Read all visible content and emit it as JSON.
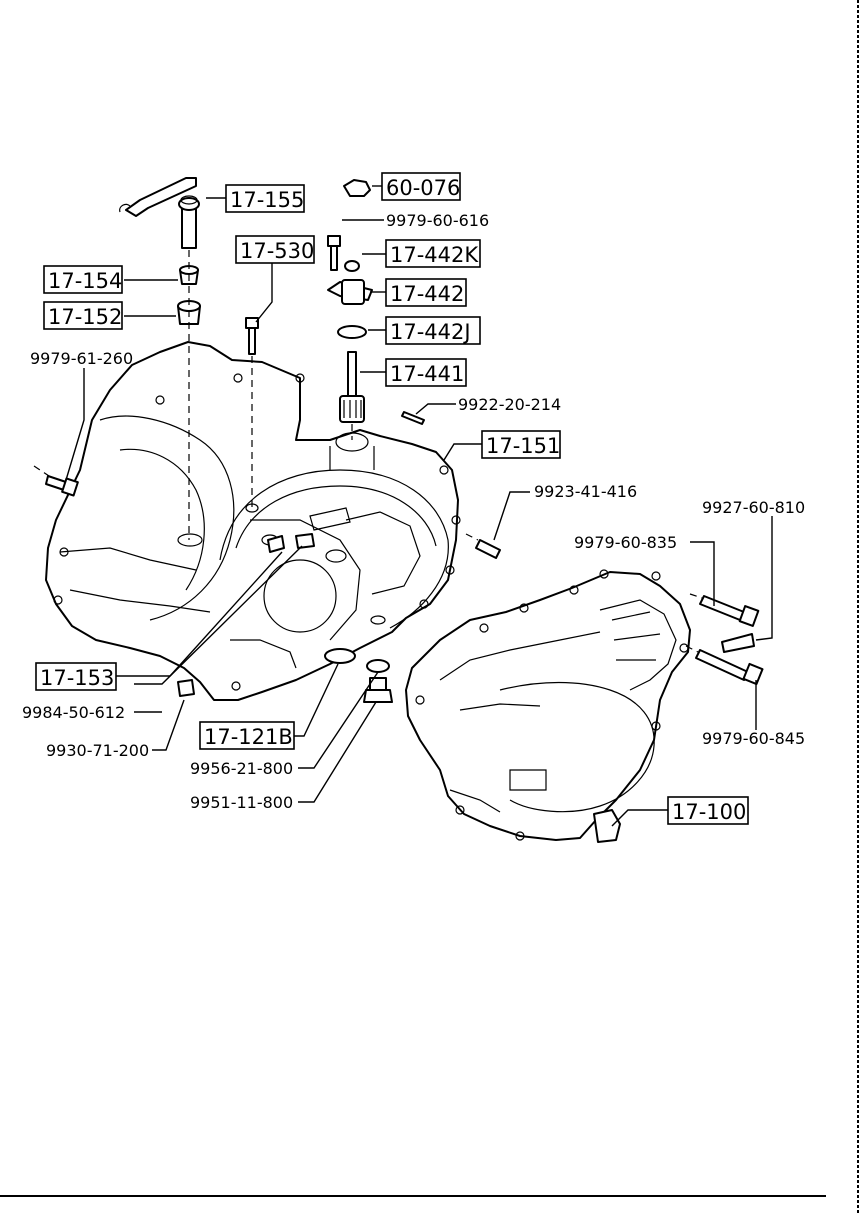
{
  "boxed_labels": [
    {
      "id": "b60076",
      "text": "60-076"
    },
    {
      "id": "b17155",
      "text": "17-155"
    },
    {
      "id": "b17530",
      "text": "17-530"
    },
    {
      "id": "b17442K",
      "text": "17-442K"
    },
    {
      "id": "b17154",
      "text": "17-154"
    },
    {
      "id": "b17442",
      "text": "17-442"
    },
    {
      "id": "b17152",
      "text": "17-152"
    },
    {
      "id": "b17442J",
      "text": "17-442J"
    },
    {
      "id": "b17441",
      "text": "17-441"
    },
    {
      "id": "b17151",
      "text": "17-151"
    },
    {
      "id": "b17153",
      "text": "17-153"
    },
    {
      "id": "b17121B",
      "text": "17-121B"
    },
    {
      "id": "b17100",
      "text": "17-100"
    }
  ],
  "plain_labels": [
    {
      "id": "p9979-60-616",
      "text": "9979-60-616"
    },
    {
      "id": "p9979-61-260",
      "text": "9979-61-260"
    },
    {
      "id": "p9922-20-214",
      "text": "9922-20-214"
    },
    {
      "id": "p9923-41-416",
      "text": "9923-41-416"
    },
    {
      "id": "p9927-60-810",
      "text": "9927-60-810"
    },
    {
      "id": "p9979-60-835",
      "text": "9979-60-835"
    },
    {
      "id": "p9979-60-845",
      "text": "9979-60-845"
    },
    {
      "id": "p9984-50-612",
      "text": "9984-50-612"
    },
    {
      "id": "p9930-71-200",
      "text": "9930-71-200"
    },
    {
      "id": "p9956-21-800",
      "text": "9956-21-800"
    },
    {
      "id": "p9951-11-800",
      "text": "9951-11-800"
    }
  ]
}
